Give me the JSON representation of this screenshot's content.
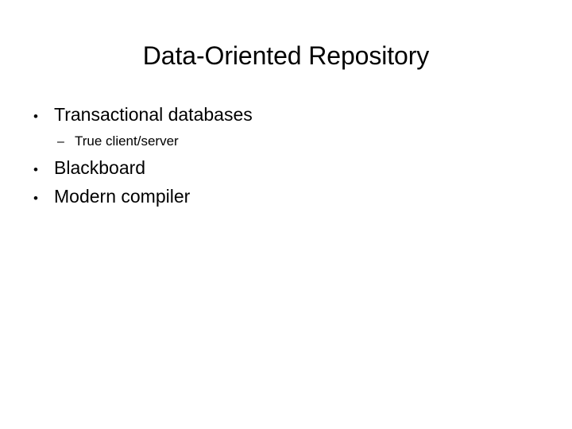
{
  "slide": {
    "title": "Data-Oriented Repository",
    "background_color": "#ffffff",
    "text_color": "#000000",
    "outline": [
      {
        "level": 1,
        "marker": "•",
        "marker_name": "bullet-dot",
        "text": "Transactional databases"
      },
      {
        "level": 2,
        "marker": "–",
        "marker_name": "bullet-dash",
        "text": "True client/server"
      },
      {
        "level": 1,
        "marker": "•",
        "marker_name": "bullet-dot",
        "text": "Blackboard"
      },
      {
        "level": 1,
        "marker": "•",
        "marker_name": "bullet-dot",
        "text": "Modern compiler"
      }
    ]
  }
}
